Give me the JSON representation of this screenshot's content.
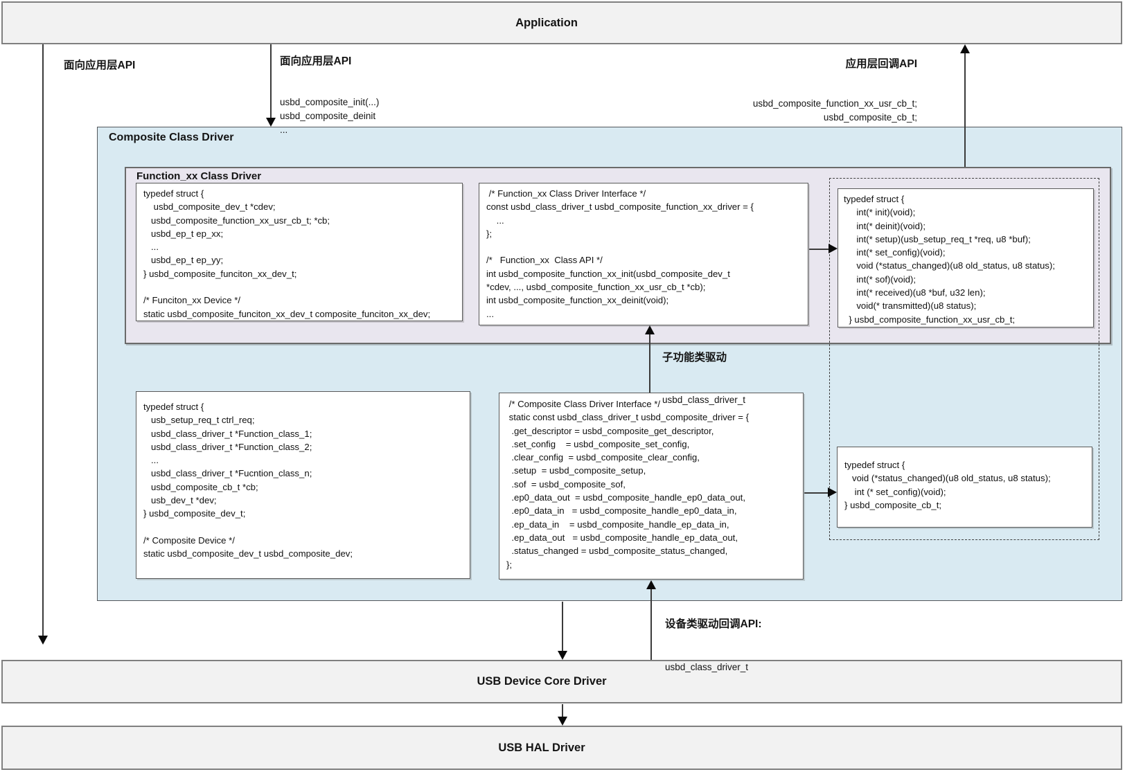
{
  "app": {
    "title": "Application"
  },
  "bars": {
    "core": "USB Device Core Driver",
    "hal": "USB HAL Driver"
  },
  "composite": {
    "title": "Composite Class Driver"
  },
  "function_box": {
    "title": "Function_xx  Class Driver"
  },
  "labels": {
    "left_api": "面向应用层API",
    "mid_api_title": "面向应用层API",
    "mid_api_lines": "usbd_composite_init(...)\nusbd_composite_deinit\n...",
    "callback_api_title": "应用层回调API",
    "callback_api_lines": "usbd_composite_function_xx_usr_cb_t;\nusbd_composite_cb_t;",
    "sub_driver_title": "子功能类驱动",
    "sub_driver_type": "usbd_class_driver_t",
    "dev_cb_title": "设备类驱动回调API:",
    "dev_cb_type": "usbd_class_driver_t"
  },
  "code": {
    "function_dev_struct": "typedef struct {\n    usbd_composite_dev_t *cdev;\n   usbd_composite_function_xx_usr_cb_t; *cb;\n   usbd_ep_t ep_xx;\n   ...\n   usbd_ep_t ep_yy;\n} usbd_composite_funciton_xx_dev_t;\n\n/* Funciton_xx Device */\nstatic usbd_composite_funciton_xx_dev_t composite_funciton_xx_dev;",
    "function_driver_interface": " /* Function_xx Class Driver Interface */\nconst usbd_class_driver_t usbd_composite_function_xx_driver = {\n    ...\n};\n\n/*   Function_xx  Class API */\nint usbd_composite_function_xx_init(usbd_composite_dev_t\n*cdev, ..., usbd_composite_function_xx_usr_cb_t *cb);\nint usbd_composite_function_xx_deinit(void);\n...",
    "function_usr_cb_struct": "typedef struct {\n     int(* init)(void);\n     int(* deinit)(void);\n     int(* setup)(usb_setup_req_t *req, u8 *buf);\n     int(* set_config)(void);\n     void (*status_changed)(u8 old_status, u8 status);\n     int(* sof)(void);\n     int(* received)(u8 *buf, u32 len);\n     void(* transmitted)(u8 status);\n  } usbd_composite_function_xx_usr_cb_t;",
    "composite_dev_struct": "typedef struct {\n   usb_setup_req_t ctrl_req;\n   usbd_class_driver_t *Function_class_1;\n   usbd_class_driver_t *Function_class_2;\n   ...\n   usbd_class_driver_t *Fucntion_class_n;\n   usbd_composite_cb_t *cb;\n   usb_dev_t *dev;\n} usbd_composite_dev_t;\n\n/* Composite Device */\nstatic usbd_composite_dev_t usbd_composite_dev;",
    "composite_driver_interface": " /* Composite Class Driver Interface */\n static const usbd_class_driver_t usbd_composite_driver = {\n  .get_descriptor = usbd_composite_get_descriptor,\n  .set_config    = usbd_composite_set_config,\n  .clear_config  = usbd_composite_clear_config,\n  .setup  = usbd_composite_setup,\n  .sof  = usbd_composite_sof,\n  .ep0_data_out  = usbd_composite_handle_ep0_data_out,\n  .ep0_data_in   = usbd_composite_handle_ep0_data_in,\n  .ep_data_in    = usbd_composite_handle_ep_data_in,\n  .ep_data_out   = usbd_composite_handle_ep_data_out,\n  .status_changed = usbd_composite_status_changed,\n};",
    "composite_cb_struct": "typedef struct {\n   void (*status_changed)(u8 old_status, u8 status);\n    int (* set_config)(void);\n} usbd_composite_cb_t;"
  },
  "colors": {
    "composite_bg": "#d9eaf2",
    "function_bg": "#e9e6ef",
    "bar_bg": "#f2f2f2",
    "border_gray": "#7f7f7f",
    "code_border": "#595959",
    "arrow": "#0a0a0a"
  }
}
